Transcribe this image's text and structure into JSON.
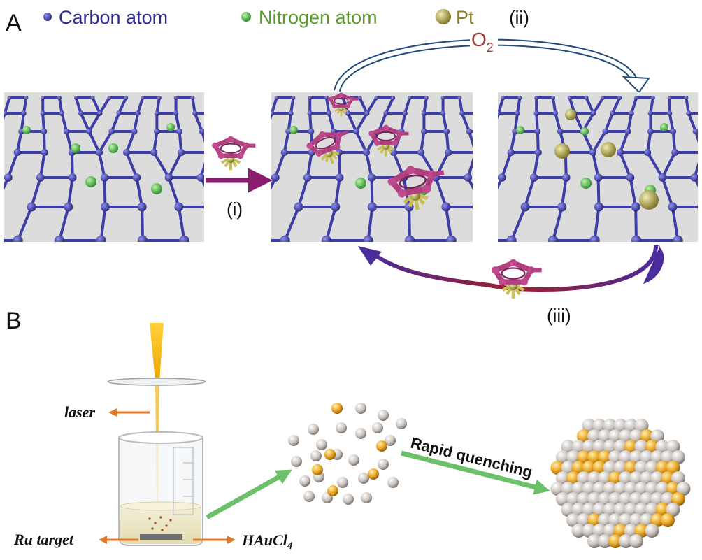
{
  "panel_a": {
    "label": "A",
    "legend": [
      {
        "label": "Carbon atom",
        "color": "#2b2c8f"
      },
      {
        "label": "Nitrogen atom",
        "color": "#5a9a2a"
      },
      {
        "label": "Pt",
        "color": "#8a7d2a"
      }
    ],
    "step_i": "(i)",
    "step_ii": "(ii)",
    "step_iii": "(iii)",
    "o2_main": "O",
    "o2_sub": "2",
    "colors": {
      "carbon": "#3d3da8",
      "nitrogen": "#5fcf5a",
      "pt": "#c2b44a",
      "precursor": "#b0407f",
      "sheet": "#dcdcdc",
      "arrow_i": "#8a1d6e",
      "arrow_iii_start": "#a01e2a",
      "arrow_iii_end": "#4a2c9a",
      "arrow_ii_outline": "#1f4a7a"
    }
  },
  "panel_b": {
    "label": "B",
    "laser_label": "laser",
    "ru_target_label": "Ru target",
    "hau_label_main": "HAuCl",
    "hau_label_sub": "4",
    "rapid_quenching": "Rapid quenching",
    "colors": {
      "laser": "#f2b600",
      "arrow_orange": "#e07a2a",
      "arrow_green": "#6cc06a",
      "ru_atom": "#b8b0aa",
      "au_atom": "#e9a623",
      "solution": "#ece6c4"
    }
  }
}
